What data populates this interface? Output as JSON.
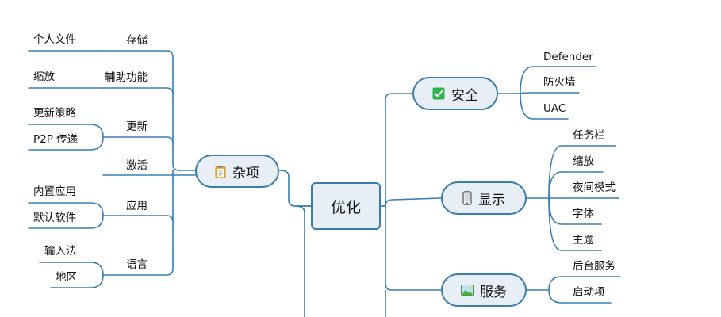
{
  "root": {
    "label": "优化"
  },
  "left_branch": {
    "label": "杂项",
    "icon": "clipboard-icon",
    "children": [
      {
        "label": "存储",
        "items": [
          "个人文件"
        ]
      },
      {
        "label": "辅助功能",
        "items": [
          "缩放"
        ]
      },
      {
        "label": "更新",
        "items": [
          "更新策略",
          "P2P 传递"
        ]
      },
      {
        "label": "激活",
        "items": []
      },
      {
        "label": "应用",
        "items": [
          "内置应用",
          "默认软件"
        ]
      },
      {
        "label": "语言",
        "items": [
          "输入法",
          "地区"
        ]
      }
    ]
  },
  "right_branches": [
    {
      "label": "安全",
      "icon": "check-box-icon",
      "items": [
        "Defender",
        "防火墙",
        "UAC"
      ]
    },
    {
      "label": "显示",
      "icon": "phone-icon",
      "items": [
        "任务栏",
        "缩放",
        "夜间模式",
        "字体",
        "主题"
      ]
    },
    {
      "label": "服务",
      "icon": "picture-icon",
      "items": [
        "后台服务",
        "启动项"
      ]
    }
  ],
  "colors": {
    "line": "#3b7dad",
    "node_fill": "#e7eef6",
    "check_green": "#2fb34a"
  }
}
